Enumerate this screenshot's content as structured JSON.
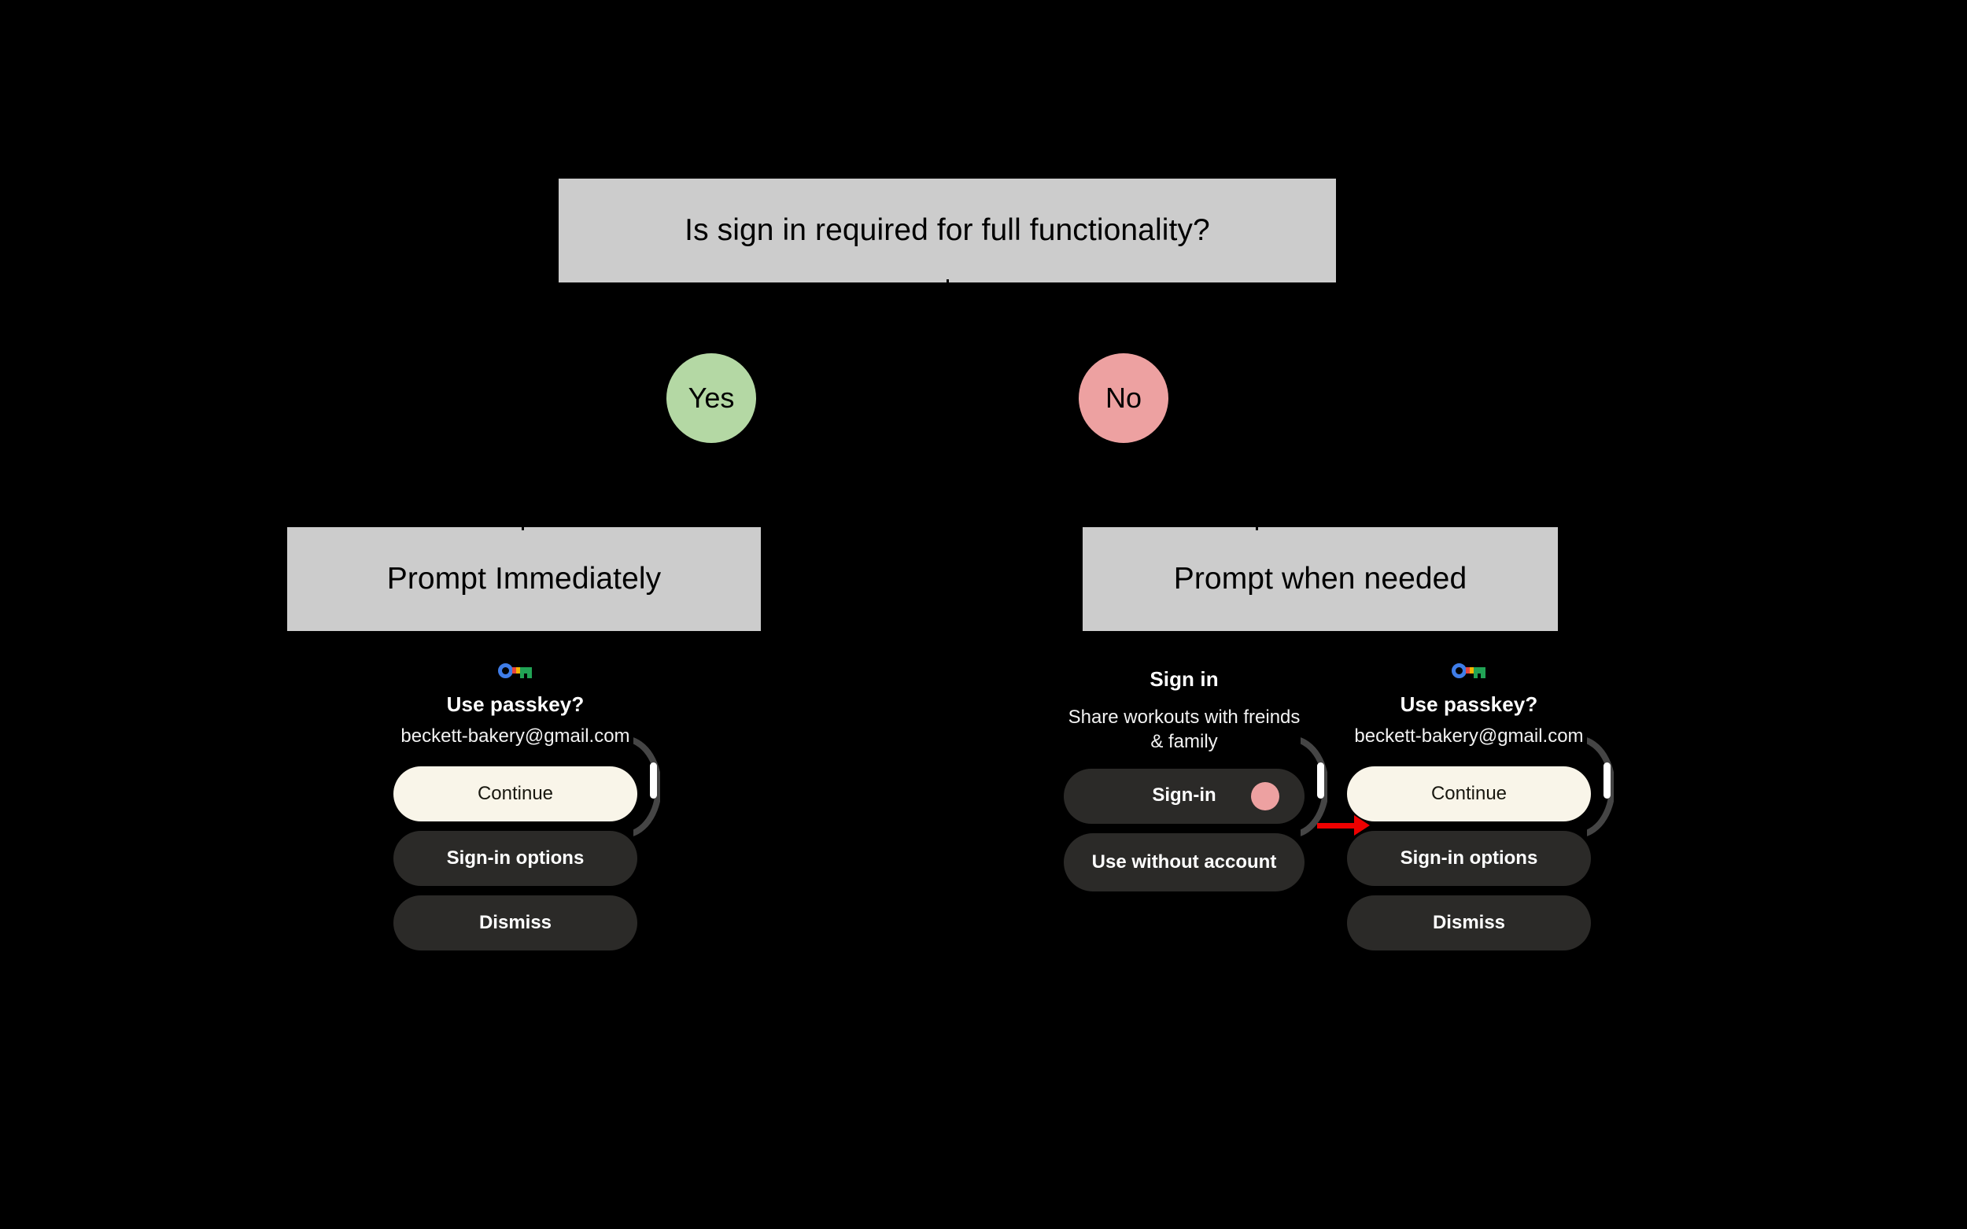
{
  "diagram": {
    "type": "flowchart",
    "background_color": "#000000",
    "box_fill": "#cccccc",
    "box_text_color": "#000000",
    "decision": {
      "label": "Is sign in required for full functionality?"
    },
    "branches": [
      {
        "label": "Yes",
        "color": "#b4d8a4"
      },
      {
        "label": "No",
        "color": "#eda1a1"
      }
    ],
    "outcomes": [
      {
        "label": "Prompt Immediately"
      },
      {
        "label": "Prompt when needed"
      }
    ],
    "annotation": {
      "arrow_color": "#ee0000",
      "arrow_name": "red-flow-arrow"
    }
  },
  "mockups": {
    "passkey_left": {
      "icon": "google-passkey-icon",
      "title": "Use passkey?",
      "subtitle": "beckett-bakery@gmail.com",
      "buttons": [
        {
          "label": "Continue",
          "style": "primary"
        },
        {
          "label": "Sign-in options",
          "style": "secondary"
        },
        {
          "label": "Dismiss",
          "style": "secondary"
        }
      ],
      "scrollbar": "rotary-scroll-indicator"
    },
    "signin": {
      "title": "Sign in",
      "subtitle": "Share workouts with freinds & family",
      "buttons": [
        {
          "label": "Sign-in",
          "style": "secondary",
          "dot_color": "#eda1a1"
        },
        {
          "label": "Use without account",
          "style": "secondary"
        }
      ],
      "scrollbar": "rotary-scroll-indicator"
    },
    "passkey_right": {
      "icon": "google-passkey-icon",
      "title": "Use passkey?",
      "subtitle": "beckett-bakery@gmail.com",
      "buttons": [
        {
          "label": "Continue",
          "style": "primary"
        },
        {
          "label": "Sign-in options",
          "style": "secondary"
        },
        {
          "label": "Dismiss",
          "style": "secondary"
        }
      ],
      "scrollbar": "rotary-scroll-indicator"
    }
  }
}
